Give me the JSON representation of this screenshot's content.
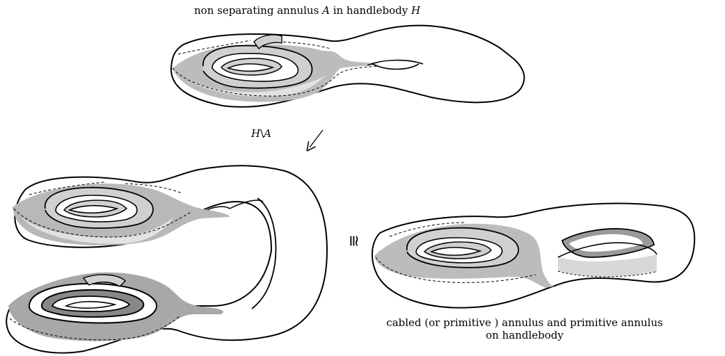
{
  "top_caption": {
    "text": "non separating annulus",
    "A": "A",
    "in": "in handlebody",
    "H": "H"
  },
  "quotient": {
    "H": "H",
    "op": "\\",
    "A": "A"
  },
  "cong": "≅",
  "bottom_caption": {
    "line1": "cabled (or primitive ) annulus and primitive annulus",
    "line2": "on handlebody"
  },
  "colors": {
    "shade_dark": "#a8a8a8",
    "shade_light": "#d6d6d6",
    "stroke": "#000000"
  }
}
